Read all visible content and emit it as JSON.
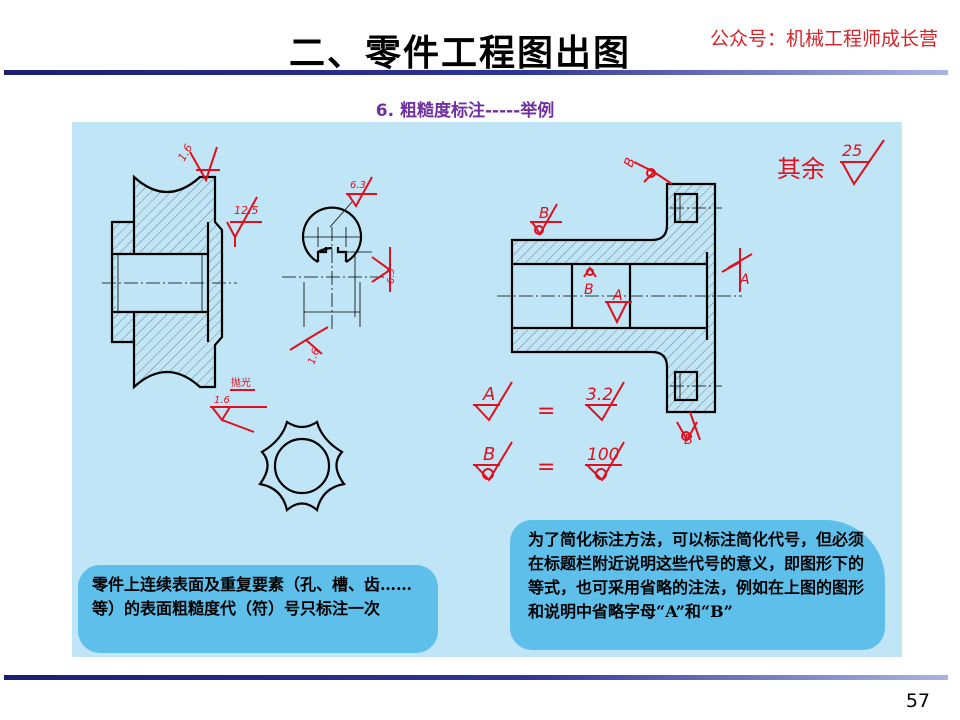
{
  "header": {
    "title": "二、零件工程图出图",
    "brand": "公众号：机械工程师成长营"
  },
  "subtitle": "6. 粗糙度标注-----举例",
  "drawing": {
    "remainder_label": "其余",
    "remainder_value": "25",
    "gear_left_value": "1.6",
    "gear_bore_value": "12.5",
    "keyway_top_value": "6.3",
    "keyway_side_value": "6.3",
    "keyway_bottom_value": "1.6",
    "star_polish_label": "抛光",
    "star_value": "1.6",
    "flange_letter_b_top": "B",
    "flange_letter_b_left": "B",
    "flange_letter_b_inner": "B",
    "flange_letter_a_inner": "A",
    "flange_letter_a_right": "A",
    "flange_letter_b_bottom": "B",
    "legend_a_letter": "A",
    "legend_equals_1": "=",
    "legend_a_value": "3.2",
    "legend_b_letter": "B",
    "legend_equals_2": "=",
    "legend_b_value": "100"
  },
  "notes": {
    "left": "零件上连续表面及重复要素（孔、槽、齿……等）的表面粗糙度代（符）号只标注一次",
    "right": "为了简化标注方法，可以标注简化代号，但必须在标题栏附近说明这些代号的意义，即图形下的等式，也可采用省略的注法，例如在上图的图形和说明中省略字母“A”和“B”"
  },
  "page_number": "57",
  "colors": {
    "title_text": "#000000",
    "brand_text": "#d8232a",
    "subtitle_text": "#7030a0",
    "panel_bg": "#bfe5f6",
    "note_bg": "#5ec0ea",
    "annotation_red": "#e0101e",
    "rule_navy": "#1b1f73"
  }
}
